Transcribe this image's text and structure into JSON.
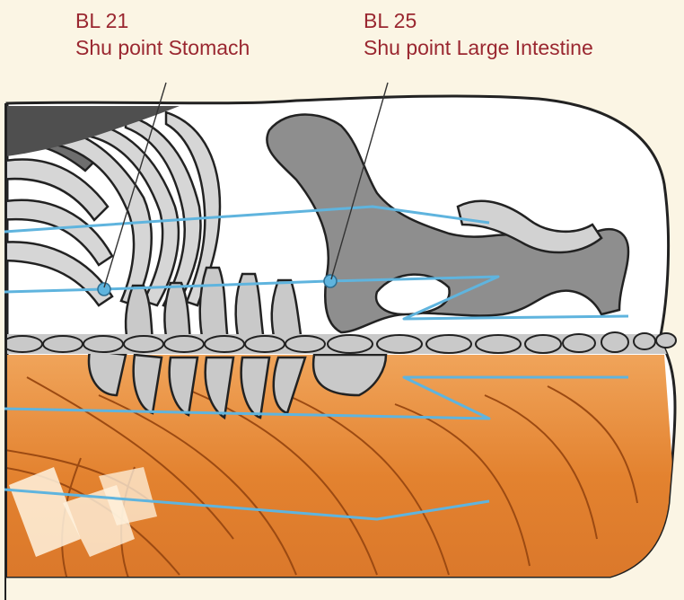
{
  "labels": {
    "bl21": {
      "code": "BL 21",
      "name": "Shu point Stomach"
    },
    "bl25": {
      "code": "BL 25",
      "name": "Shu point Large Intestine"
    }
  },
  "colors": {
    "background": "#fbf5e4",
    "label_text": "#9a2730",
    "meridian_line": "#5fb4de",
    "bone_light": "#c9c9c9",
    "bone_dark": "#8e8e8e",
    "muscle": "#e58a3c",
    "outline": "#2b2b2b"
  }
}
